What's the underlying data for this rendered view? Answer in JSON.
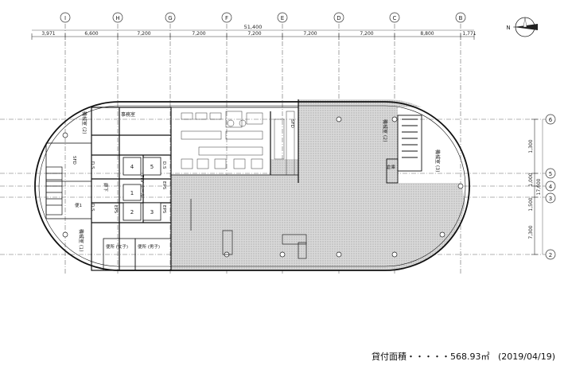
{
  "column_axes": [
    {
      "id": "col-I",
      "label": "I"
    },
    {
      "id": "col-H",
      "label": "H"
    },
    {
      "id": "col-G",
      "label": "G"
    },
    {
      "id": "col-F",
      "label": "F"
    },
    {
      "id": "col-E",
      "label": "E"
    },
    {
      "id": "col-D",
      "label": "D"
    },
    {
      "id": "col-C",
      "label": "C"
    },
    {
      "id": "col-B",
      "label": "B"
    }
  ],
  "row_axes": [
    {
      "id": "row-6",
      "label": "6"
    },
    {
      "id": "row-5",
      "label": "5"
    },
    {
      "id": "row-4",
      "label": "4"
    },
    {
      "id": "row-3",
      "label": "3"
    },
    {
      "id": "row-2",
      "label": "2"
    }
  ],
  "top_dimensions": [
    "3,971",
    "6,600",
    "7,200",
    "7,200",
    "7,200",
    "7,200",
    "7,200",
    "8,800",
    "1,771"
  ],
  "total_dimension": "51,400",
  "right_dimensions": [
    "1,300",
    "1,000",
    "1,500",
    "7,300"
  ],
  "right_total": "17,600",
  "north_label": "N",
  "rooms": {
    "machine_room_2": "機械室 (2)",
    "office": "事務室",
    "machine_room_1": "機械室 (1)",
    "machine_room_2_right": "機械室 (2)",
    "machine_room_3": "機械室 (3)",
    "wc_women": "便所 (女子)",
    "wc_men": "便所 (男子)",
    "ds1": "D.S",
    "ds2": "D.S",
    "ds3": "D.S",
    "eps1": "EPS",
    "eps2": "EPS",
    "eps3": "EPS",
    "elv_hall": "ELV ホール",
    "elevators": [
      "1",
      "2",
      "3",
      "4",
      "5"
    ],
    "corridor": "廊下",
    "storage": "倉庫",
    "wc_small": "便1",
    "sfd": "SFD",
    "sfd2": "SFD"
  },
  "footer": {
    "label": "貸付面積・・・・・",
    "area": "568.93㎡",
    "date": "(2019/04/19)"
  }
}
